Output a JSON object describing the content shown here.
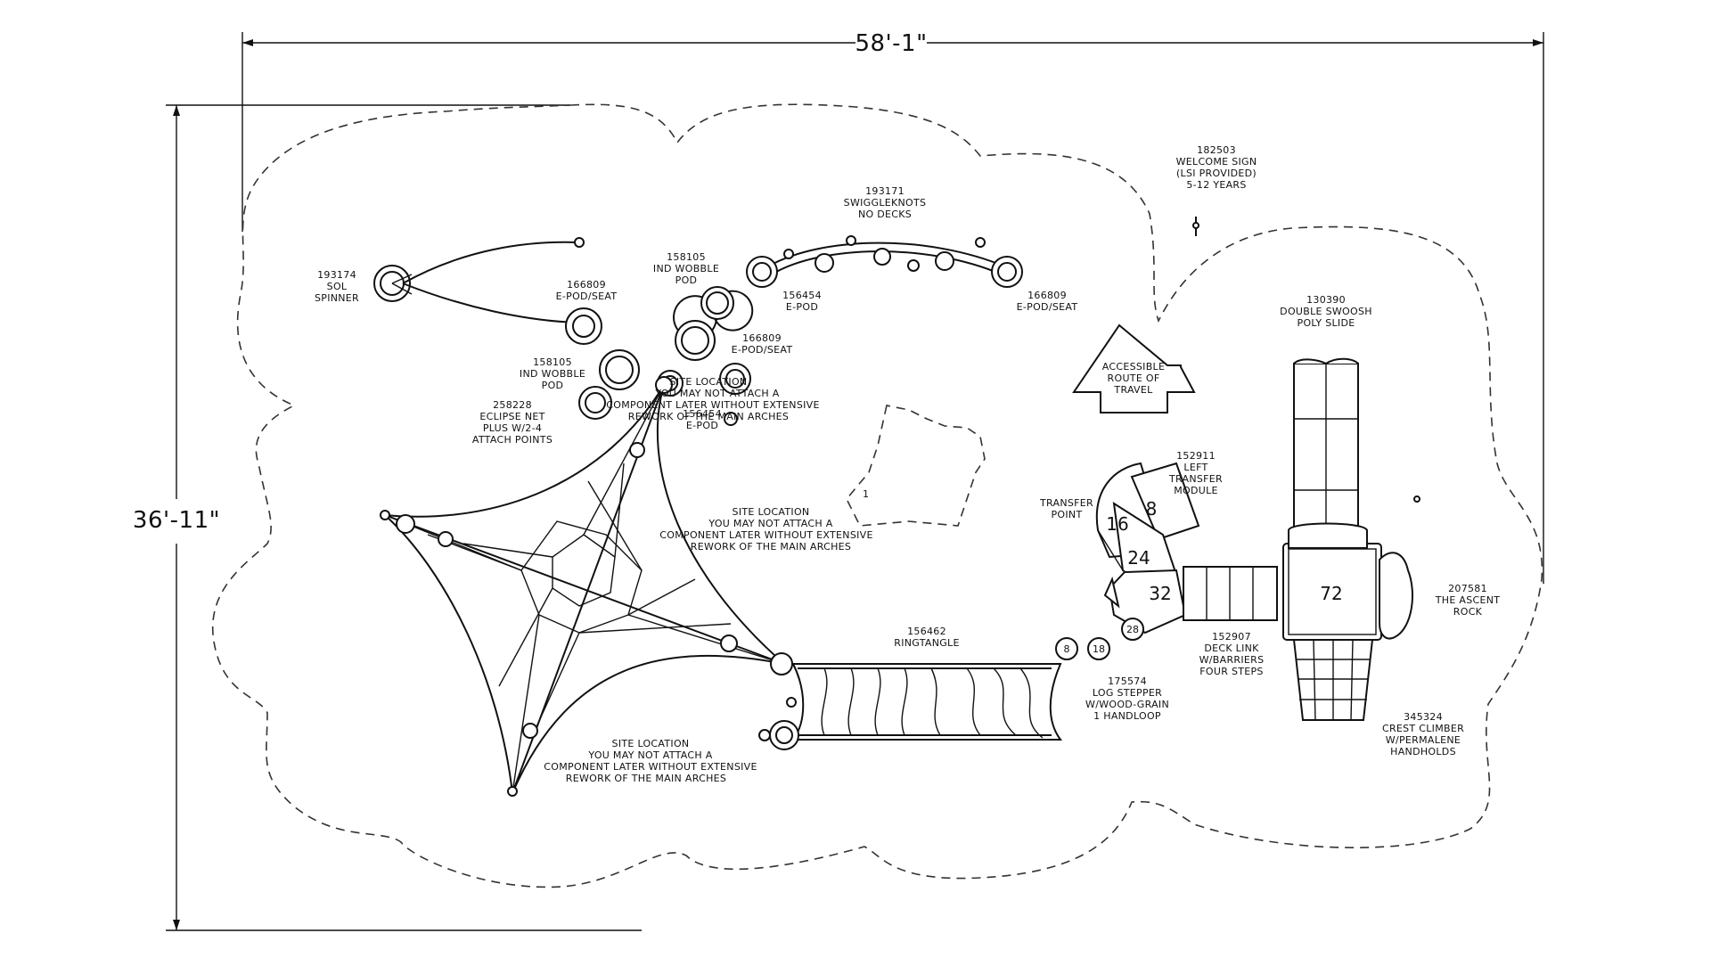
{
  "dimensions": {
    "width": "58'-1\"",
    "height": "36'-11\""
  },
  "components": {
    "sol_spinner": [
      "193174",
      "SOL",
      "SPINNER"
    ],
    "epod_seat_left": [
      "166809",
      "E-POD/SEAT"
    ],
    "wobble_pod_top": [
      "158105",
      "IND WOBBLE",
      "POD"
    ],
    "swiggleknots": [
      "193171",
      "SWIGGLEKNOTS",
      "NO DECKS"
    ],
    "epod_mid": [
      "156454",
      "E-POD"
    ],
    "epod_seat_right": [
      "166809",
      "E-POD/SEAT"
    ],
    "welcome_sign": [
      "182503",
      "WELCOME SIGN",
      "(LSI PROVIDED)",
      "5-12 YEARS"
    ],
    "double_swoosh": [
      "130390",
      "DOUBLE SWOOSH",
      "POLY SLIDE"
    ],
    "wobble_pod_left": [
      "158105",
      "IND WOBBLE",
      "POD"
    ],
    "epod_seat_center": [
      "166809",
      "E-POD/SEAT"
    ],
    "site_location_top": [
      "SITE LOCATION",
      "YOU MAY NOT ATTACH A",
      "COMPONENT LATER WITHOUT EXTENSIVE",
      "REWORK OF THE MAIN ARCHES"
    ],
    "epod_under": [
      "156454",
      "E-POD"
    ],
    "eclipse_net": [
      "258228",
      "ECLIPSE NET",
      "PLUS W/2-4",
      "ATTACH POINTS"
    ],
    "accessible_route": [
      "ACCESSIBLE",
      "ROUTE OF",
      "TRAVEL"
    ],
    "left_transfer": [
      "152911",
      "LEFT",
      "TRANSFER",
      "MODULE"
    ],
    "transfer_point": [
      "TRANSFER",
      "POINT"
    ],
    "site_location_mid": [
      "SITE LOCATION",
      "YOU MAY NOT ATTACH A",
      "COMPONENT LATER WITHOUT EXTENSIVE",
      "REWORK OF THE MAIN ARCHES"
    ],
    "ascent_rock": [
      "207581",
      "THE ASCENT",
      "ROCK"
    ],
    "ringtangle": [
      "156462",
      "RINGTANGLE"
    ],
    "deck_link": [
      "152907",
      "DECK LINK",
      "W/BARRIERS",
      "FOUR STEPS"
    ],
    "log_stepper": [
      "175574",
      "LOG STEPPER",
      "W/WOOD-GRAIN",
      "1 HANDLOOP"
    ],
    "crest_climber": [
      "345324",
      "CREST CLIMBER",
      "W/PERMALENE",
      "HANDHOLDS"
    ],
    "site_location_bottom": [
      "SITE LOCATION",
      "YOU MAY NOT ATTACH A",
      "COMPONENT LATER WITHOUT EXTENSIVE",
      "REWORK OF THE MAIN ARCHES"
    ]
  },
  "deck_heights": {
    "h16": "16",
    "h8": "8",
    "h24": "24",
    "h32": "32",
    "h72": "72",
    "h28": "28",
    "h8b": "8",
    "h18": "18"
  },
  "marker": "1"
}
